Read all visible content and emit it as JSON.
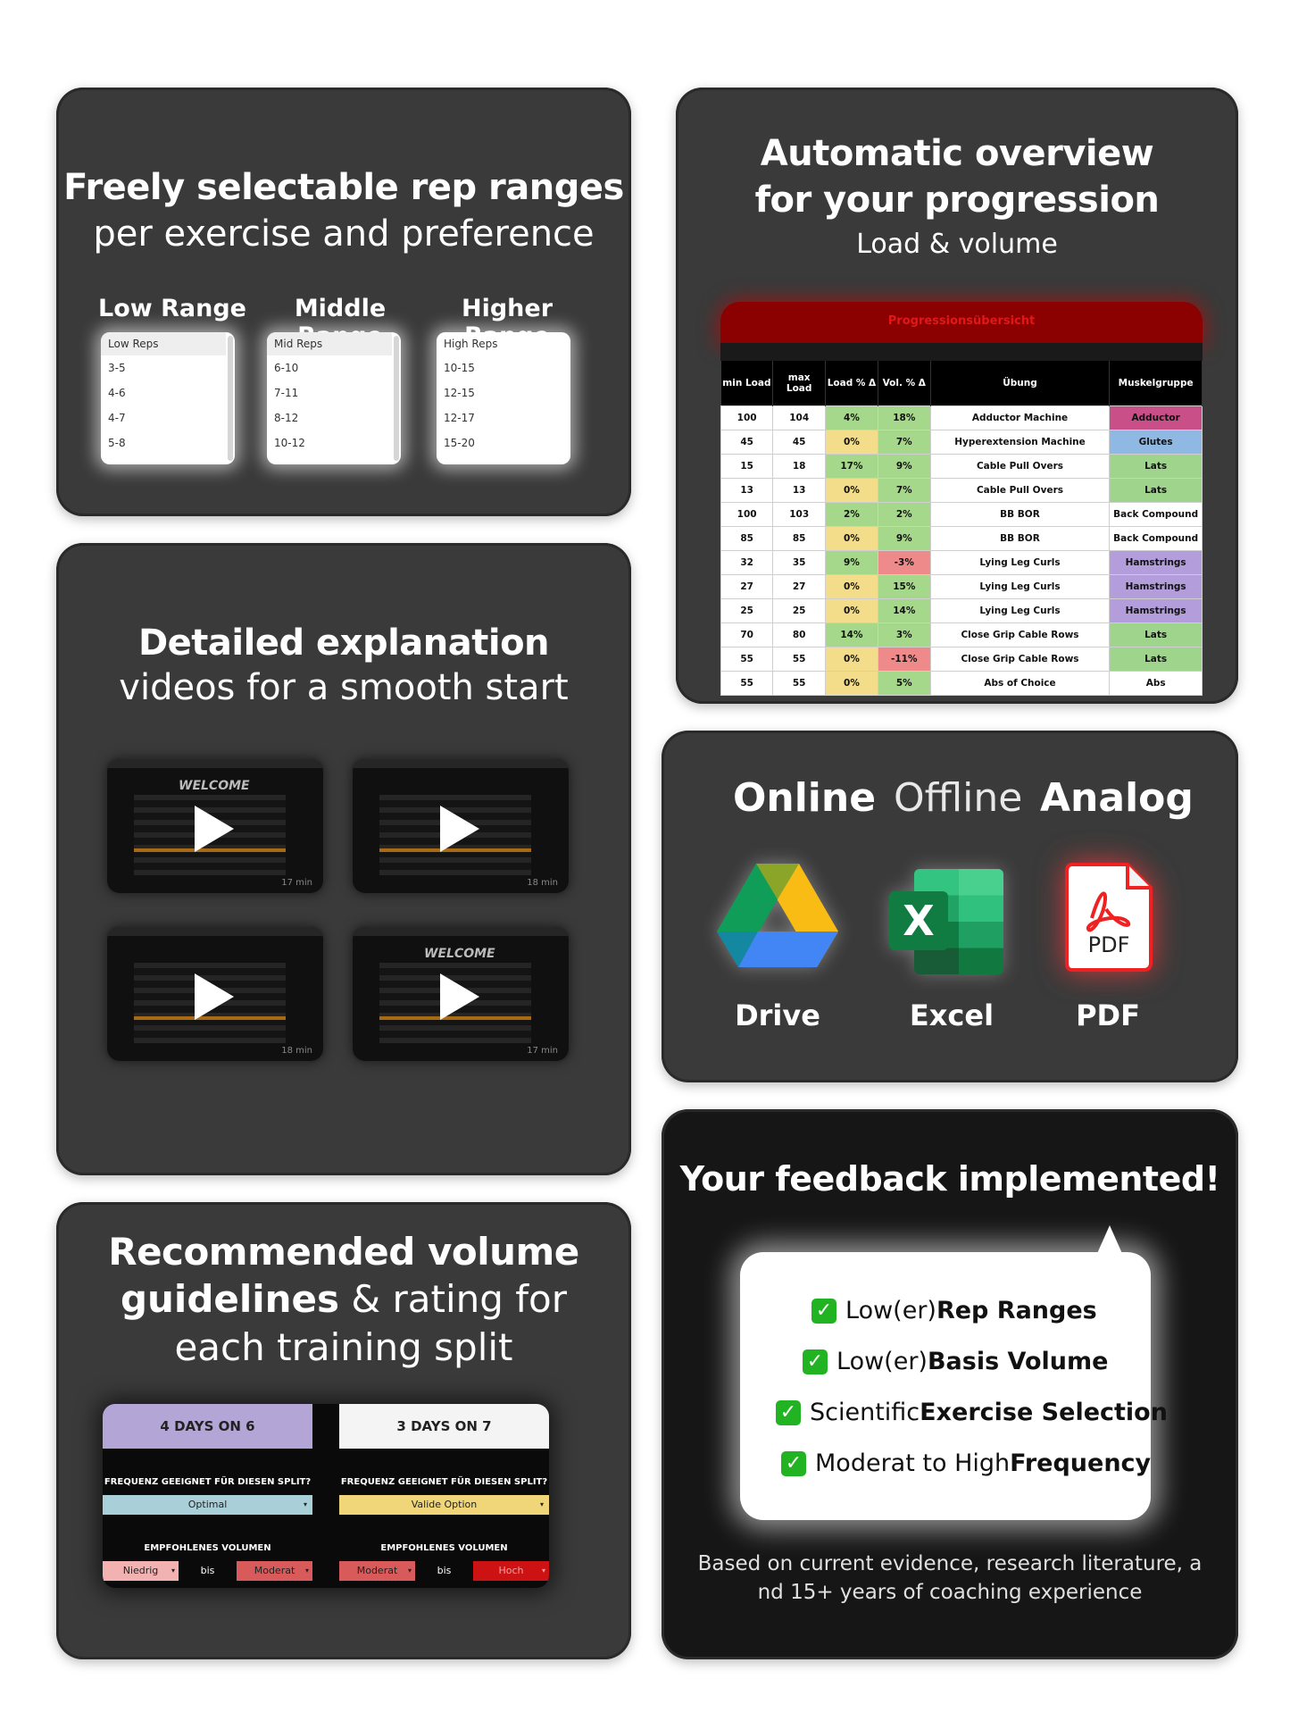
{
  "card_rep_ranges": {
    "title": "Freely selectable rep ranges",
    "subtitle": "per exercise and preference",
    "ranges": [
      {
        "head": "Low Range",
        "box_title": "Low Reps",
        "items": [
          "3-5",
          "4-6",
          "4-7",
          "5-8"
        ]
      },
      {
        "head": "Middle Range",
        "box_title": "Mid Reps",
        "items": [
          "6-10",
          "7-11",
          "8-12",
          "10-12"
        ]
      },
      {
        "head": "Higher Range",
        "box_title": "High Reps",
        "items": [
          "10-15",
          "12-15",
          "12-17",
          "15-20"
        ]
      }
    ]
  },
  "card_progression": {
    "title_line1": "Automatic overview",
    "title_line2": "for your progression",
    "subtitle": "Load & volume",
    "table_title": "Progressionsübersicht",
    "headers": [
      "min Load",
      "max Load",
      "Load % Δ",
      "Vol. % Δ",
      "Übung",
      "Muskelgruppe"
    ],
    "rows": [
      [
        "100",
        "104",
        "4%",
        "18%",
        "Adductor Machine",
        "Adductor"
      ],
      [
        "45",
        "45",
        "0%",
        "7%",
        "Hyperextension Machine",
        "Glutes"
      ],
      [
        "15",
        "18",
        "17%",
        "9%",
        "Cable Pull Overs",
        "Lats"
      ],
      [
        "13",
        "13",
        "0%",
        "7%",
        "Cable Pull Overs",
        "Lats"
      ],
      [
        "100",
        "103",
        "2%",
        "2%",
        "BB BOR",
        "Back Compound"
      ],
      [
        "85",
        "85",
        "0%",
        "9%",
        "BB BOR",
        "Back Compound"
      ],
      [
        "32",
        "35",
        "9%",
        "-3%",
        "Lying Leg Curls",
        "Hamstrings"
      ],
      [
        "27",
        "27",
        "0%",
        "15%",
        "Lying Leg Curls",
        "Hamstrings"
      ],
      [
        "25",
        "25",
        "0%",
        "14%",
        "Lying Leg Curls",
        "Hamstrings"
      ],
      [
        "70",
        "80",
        "14%",
        "3%",
        "Close Grip Cable Rows",
        "Lats"
      ],
      [
        "55",
        "55",
        "0%",
        "-11%",
        "Close Grip Cable Rows",
        "Lats"
      ],
      [
        "55",
        "55",
        "0%",
        "5%",
        "Abs of Choice",
        "Abs"
      ]
    ],
    "muscle_colors": {
      "Adductor": "#c94f88",
      "Glutes": "#8fb8e3",
      "Lats": "#9fd48c",
      "Back Compound": "#ffffff",
      "Hamstrings": "#b39ddb",
      "Abs": "#ffffff"
    },
    "delta_colors": {
      "up": "#a5d88a",
      "zero": "#f3dc8a",
      "down": "#ee8a8a"
    }
  },
  "card_videos": {
    "title": "Detailed explanation",
    "subtitle": "videos for a smooth start",
    "videos": [
      {
        "banner": "WELCOME",
        "duration": "17 min"
      },
      {
        "banner": "",
        "duration": "18 min"
      },
      {
        "banner": "",
        "duration": "18 min"
      },
      {
        "banner": "WELCOME",
        "duration": "17 min"
      }
    ]
  },
  "card_formats": {
    "labels": [
      "Online",
      "Offline",
      "Analog"
    ],
    "apps": [
      {
        "name": "Drive",
        "icon": "google-drive-icon"
      },
      {
        "name": "Excel",
        "icon": "excel-icon",
        "glyph": "X"
      },
      {
        "name": "PDF",
        "icon": "pdf-icon",
        "glyph": "PDF"
      }
    ]
  },
  "card_volume": {
    "title_line1": "Recommended volume",
    "title_line2_bold": "guidelines",
    "title_line2_rest": " & rating for",
    "title_line3": "each training split",
    "splits": [
      {
        "name": "4 DAYS ON 6",
        "freq_label": "FREQUENZ GEEIGNET FÜR DIESEN SPLIT?",
        "freq_value": "Optimal",
        "vol_label": "EMPFOHLENES VOLUMEN",
        "vol_from": "Niedrig",
        "bis": "bis",
        "vol_to": "Moderat"
      },
      {
        "name": "3 DAYS ON 7",
        "freq_label": "FREQUENZ GEEIGNET FÜR DIESEN SPLIT?",
        "freq_value": "Valide Option",
        "vol_label": "EMPFOHLENES VOLUMEN",
        "vol_from": "Moderat",
        "bis": "bis",
        "vol_to": "Hoch"
      }
    ],
    "colors": {
      "split1_head": "#b3a6d6",
      "split2_head": "#f4f4f4",
      "optimal": "#a9cfd8",
      "valide": "#f0d678",
      "niedrig": "#f2b2b2",
      "moderat": "#d95a5a",
      "hoch": "#cc1212"
    }
  },
  "card_feedback": {
    "title": "Your feedback implemented!",
    "items": [
      {
        "pre": "Low(er) ",
        "bold": "Rep Ranges"
      },
      {
        "pre": "Low(er) ",
        "bold": "Basis Volume"
      },
      {
        "pre": "Scientific ",
        "bold": "Exercise Selection"
      },
      {
        "pre": "Moderat to High ",
        "bold": "Frequency"
      }
    ],
    "footer_line1": "Based on current evidence, research literature, a",
    "footer_line2": "nd 15+ years of coaching experience"
  }
}
